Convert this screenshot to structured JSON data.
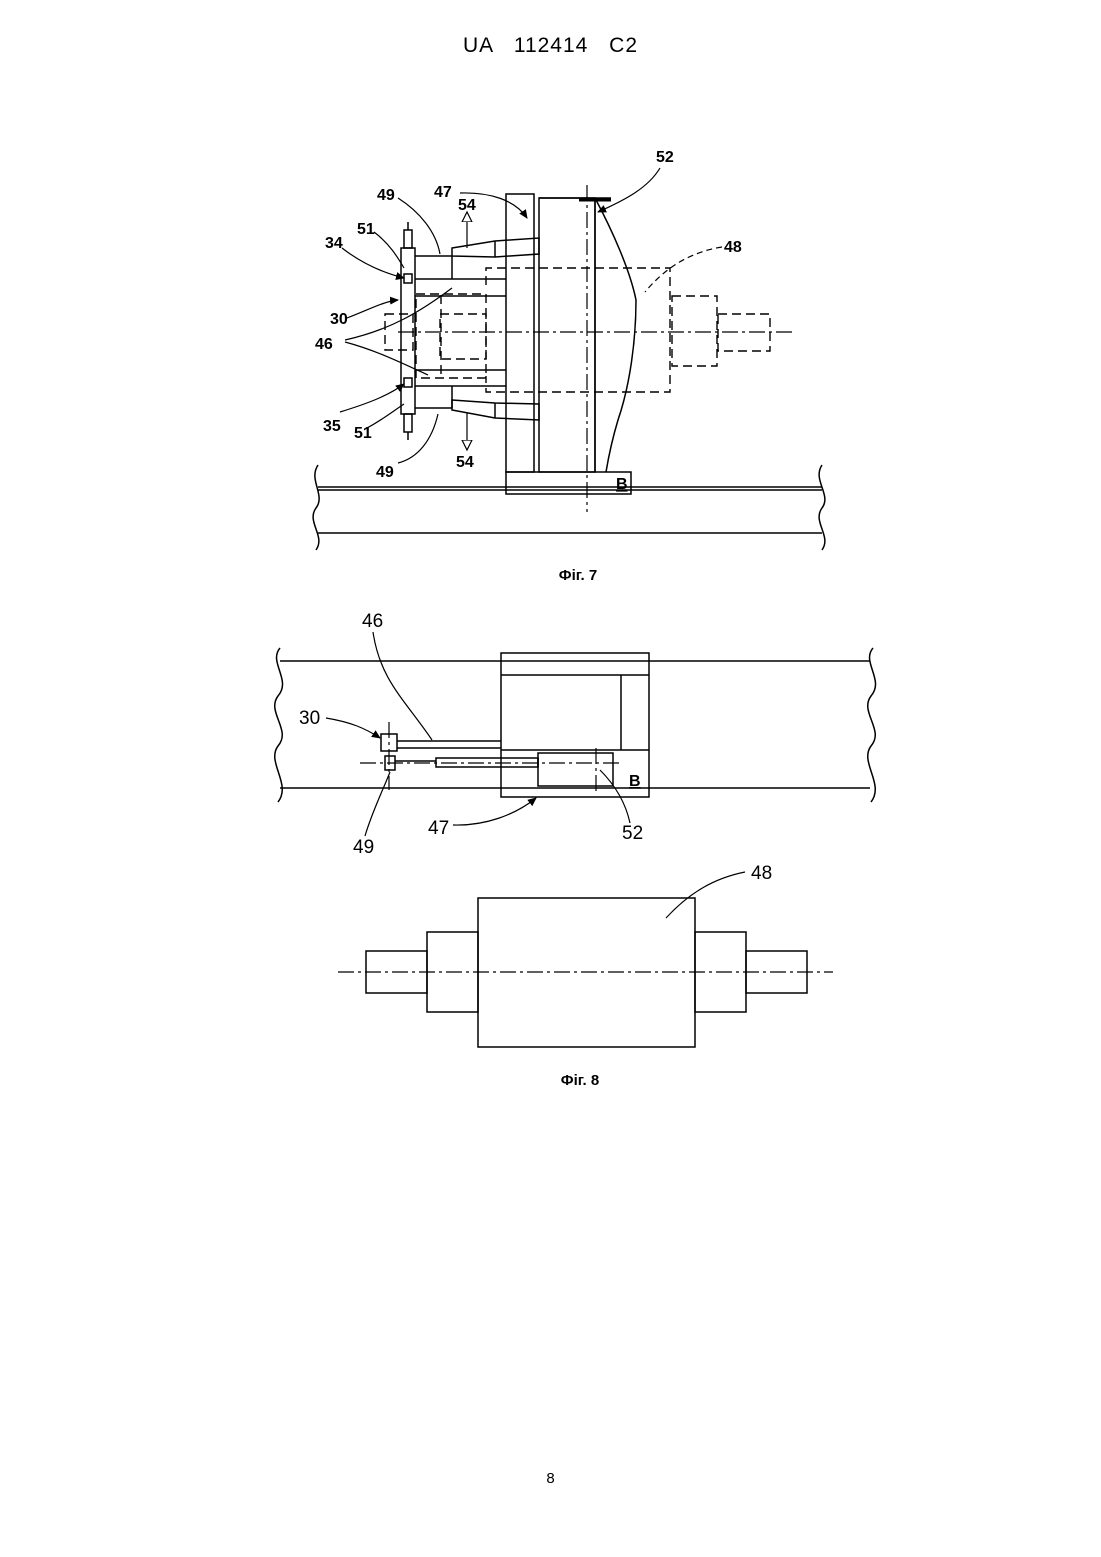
{
  "document": {
    "header": "UA 112414 C2",
    "page_number": "8"
  },
  "fig7": {
    "caption": "Фіг. 7",
    "labels": {
      "l52": "52",
      "l47": "47",
      "l49_top": "49",
      "l54_top": "54",
      "l48": "48",
      "l51_top": "51",
      "l34": "34",
      "l30": "30",
      "l46": "46",
      "l35": "35",
      "l51_bot": "51",
      "l49_bot": "49",
      "l54_bot": "54",
      "lB": "B"
    }
  },
  "fig8": {
    "caption": "Фіг. 8",
    "labels": {
      "l46": "46",
      "l30": "30",
      "lB": "B",
      "l49": "49",
      "l47": "47",
      "l52": "52",
      "l48": "48"
    }
  }
}
